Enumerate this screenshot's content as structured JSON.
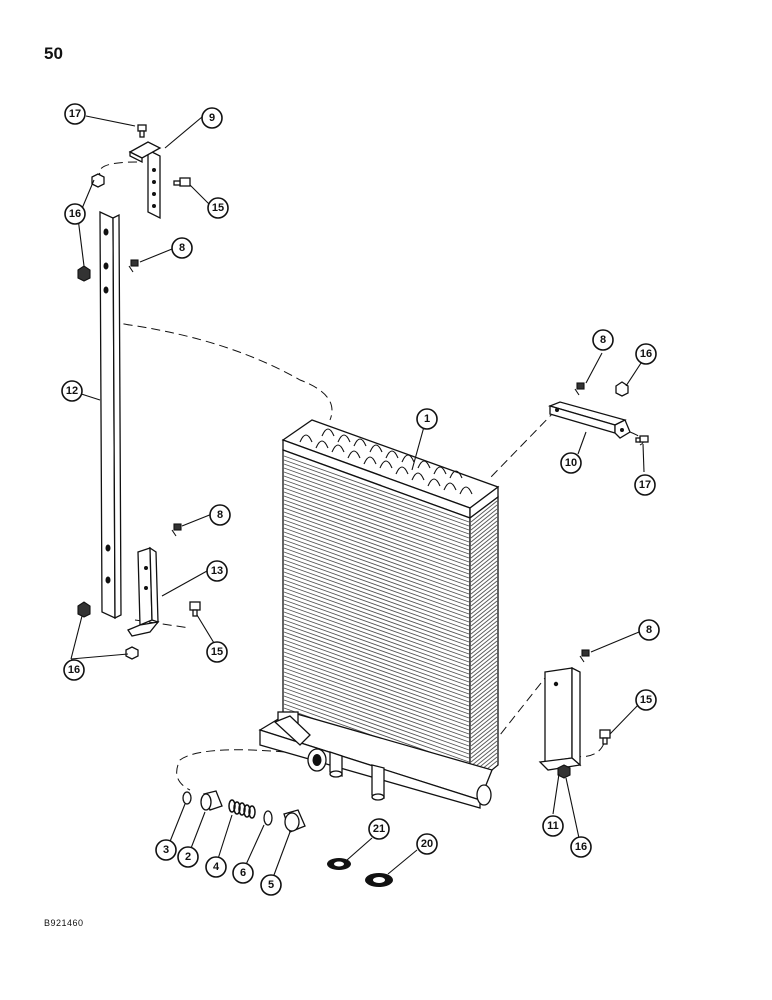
{
  "page_number": "50",
  "reference_code": "B921460",
  "callouts": [
    {
      "id": "c17a",
      "label": "17"
    },
    {
      "id": "c9",
      "label": "9"
    },
    {
      "id": "c15a",
      "label": "15"
    },
    {
      "id": "c16a",
      "label": "16"
    },
    {
      "id": "c8a",
      "label": "8"
    },
    {
      "id": "c12",
      "label": "12"
    },
    {
      "id": "c8b",
      "label": "8"
    },
    {
      "id": "c16b",
      "label": "16"
    },
    {
      "id": "c1",
      "label": "1"
    },
    {
      "id": "c10",
      "label": "10"
    },
    {
      "id": "c17b",
      "label": "17"
    },
    {
      "id": "c8c",
      "label": "8"
    },
    {
      "id": "c13",
      "label": "13"
    },
    {
      "id": "c15b",
      "label": "15"
    },
    {
      "id": "c16c",
      "label": "16"
    },
    {
      "id": "c8d",
      "label": "8"
    },
    {
      "id": "c15c",
      "label": "15"
    },
    {
      "id": "c11",
      "label": "11"
    },
    {
      "id": "c16d",
      "label": "16"
    },
    {
      "id": "c21",
      "label": "21"
    },
    {
      "id": "c20",
      "label": "20"
    },
    {
      "id": "c3",
      "label": "3"
    },
    {
      "id": "c2",
      "label": "2"
    },
    {
      "id": "c4",
      "label": "4"
    },
    {
      "id": "c6",
      "label": "6"
    },
    {
      "id": "c5",
      "label": "5"
    }
  ]
}
